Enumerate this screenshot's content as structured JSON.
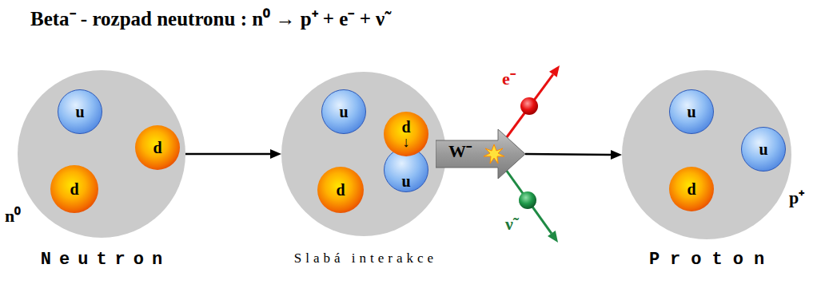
{
  "diagram": {
    "title": "Beta⁻ - rozpad neutronu : n⁰ → p⁺ + e⁻ + ν̃",
    "nodes": [
      {
        "text": [
          "Neutron",
          "n⁰"
        ]
      },
      {
        "text": [
          "u"
        ],
        "in": 0
      },
      {
        "text": [
          "d"
        ],
        "in": 0
      },
      {
        "text": [
          "d"
        ],
        "in": 0
      },
      {
        "text": [
          "Slabá interakce"
        ]
      },
      {
        "text": [
          "u"
        ],
        "in": 4
      },
      {
        "text": [
          "d",
          "↓"
        ],
        "in": 4
      },
      {
        "text": [
          "u"
        ],
        "in": 4
      },
      {
        "text": [
          "d"
        ],
        "in": 4
      },
      {
        "text": [
          "W⁻"
        ]
      },
      {
        "text": [
          "Proton",
          "p⁺"
        ]
      },
      {
        "text": [
          "u"
        ],
        "in": 10
      },
      {
        "text": [
          "u"
        ],
        "in": 10
      },
      {
        "text": [
          "d"
        ],
        "in": 10
      }
    ],
    "edges": [
      {
        "from": 0,
        "to": 4,
        "arrow": "to"
      },
      {
        "from": 9,
        "to": 10,
        "arrow": "to"
      }
    ],
    "labels": [
      "e⁻",
      "ν̃"
    ]
  }
}
